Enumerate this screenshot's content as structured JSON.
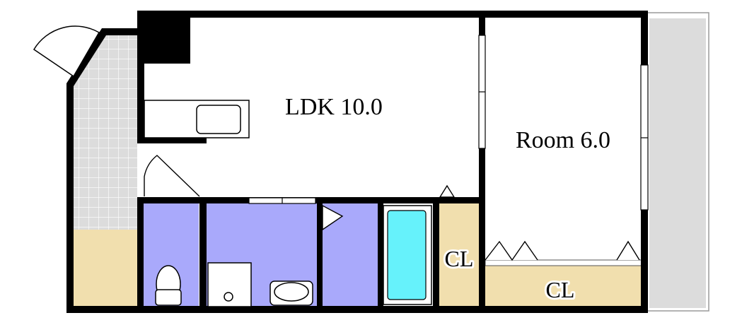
{
  "rooms": {
    "ldk": "LDK 10.0",
    "room": "Room 6.0",
    "closet_left": "CL",
    "closet_right": "CL"
  },
  "colors": {
    "wall": "#000000",
    "wet_area": "#a9a9fb",
    "closet": "#f1dfae",
    "bathtub": "#66f2fb",
    "tile": "#dcdcdc",
    "balcony": "#dcdcdc"
  }
}
